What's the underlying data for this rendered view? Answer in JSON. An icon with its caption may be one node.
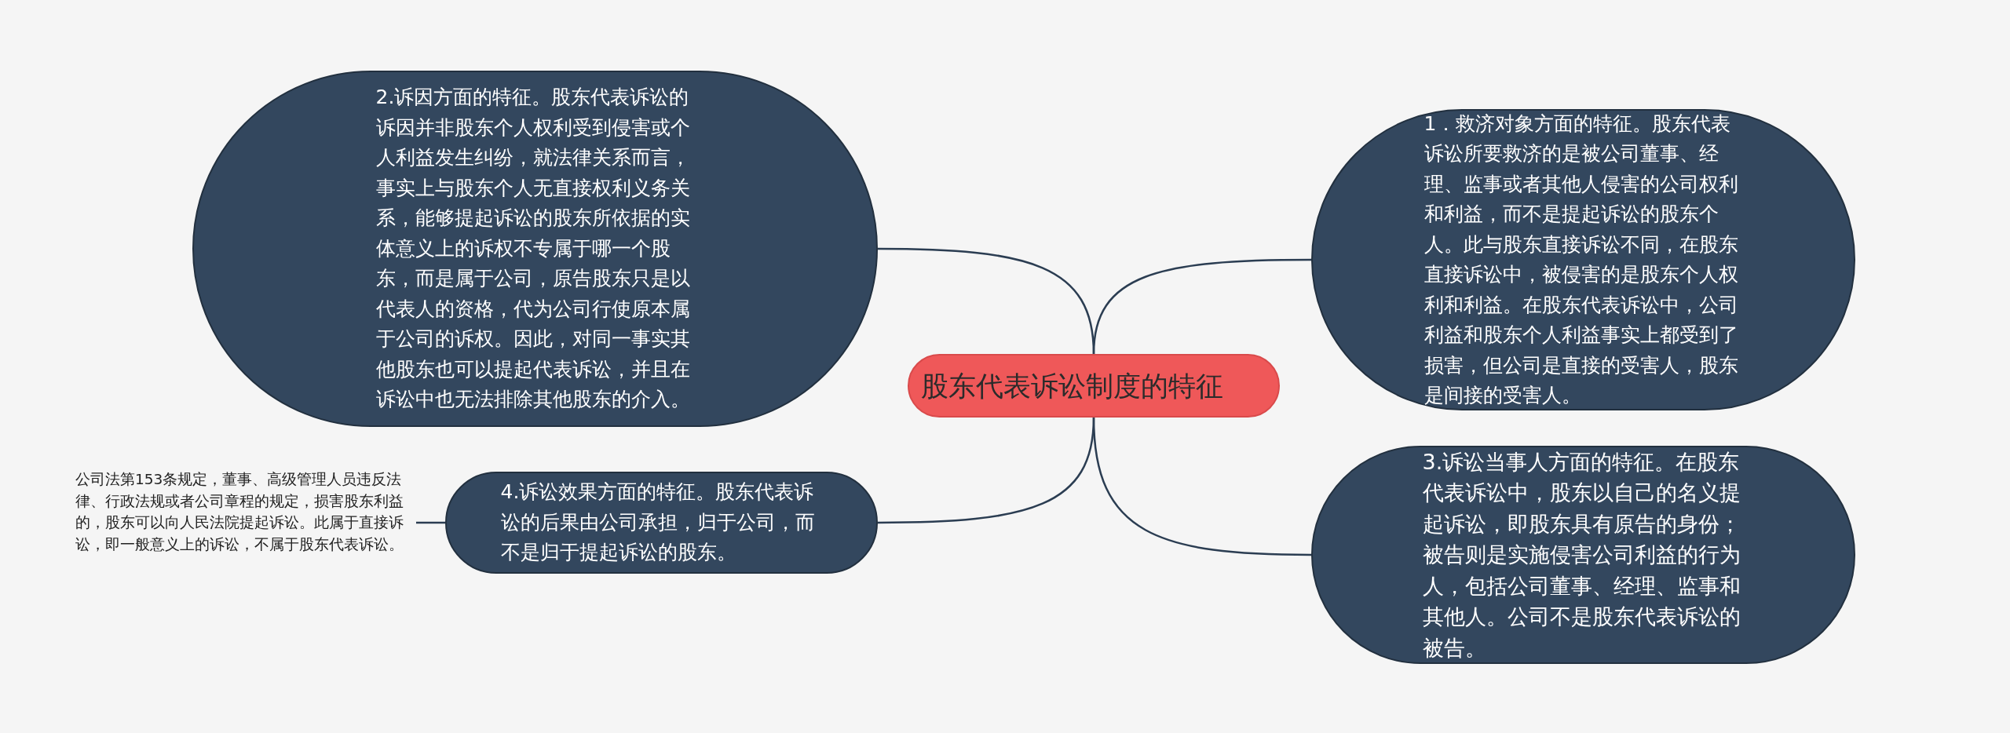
{
  "diagram": {
    "nodes": [
      {
        "text": [
          "股东代表诉讼制度的特征"
        ]
      },
      {
        "text": [
          "1．救济对象方面的特征。股东代表诉讼所要救济的是被公司董事、经理、监事或者其他人侵害的公司权利和利益，而不是提起诉讼的股东个人。此与股东直接诉讼不同，在股东直接诉讼中，被侵害的是股东个人权利和利益。在股东代表诉讼中，公司利益和股东个人利益事实上都受到了损害，但公司是直接的受害人，股东是间接的受害人。"
        ]
      },
      {
        "text": [
          "2.诉因方面的特征。股东代表诉讼的诉因并非股东个人权利受到侵害或个人利益发生纠纷，就法律关系而言，事实上与股东个人无直接权利义务关系，能够提起诉讼的股东所依据的实体意义上的诉权不专属于哪一个股东，而是属于公司，原告股东只是以代表人的资格，代为公司行使原本属于公司的诉权。因此，对同一事实其他股东也可以提起代表诉讼，并且在诉讼中也无法排除其他股东的介入。"
        ]
      },
      {
        "text": [
          "3.诉讼当事人方面的特征。在股东代表诉讼中，股东以自己的名义提起诉讼，即股东具有原告的身份；被告则是实施侵害公司利益的行为人，包括公司董事、经理、监事和其他人。公司不是股东代表诉讼的被告。"
        ]
      },
      {
        "text": [
          "4.诉讼效果方面的特征。股东代表诉讼的后果由公司承担，归于公司，而不是归于提起诉讼的股东。"
        ]
      },
      {
        "text": [
          "公司法第153条规定，董事、高级管理人员违反法律、行政法规或者公司章程的规定，损害股东利益的，股东可以向人民法院提起诉讼。此属于直接诉讼，即一般意义上的诉讼，不属于股东代表诉讼。"
        ]
      }
    ],
    "edges": [
      {
        "from": 0,
        "to": 1,
        "arrow": "none"
      },
      {
        "from": 0,
        "to": 2,
        "arrow": "none"
      },
      {
        "from": 0,
        "to": 3,
        "arrow": "none"
      },
      {
        "from": 0,
        "to": 4,
        "arrow": "none"
      },
      {
        "from": 4,
        "to": 5,
        "arrow": "none"
      }
    ]
  }
}
